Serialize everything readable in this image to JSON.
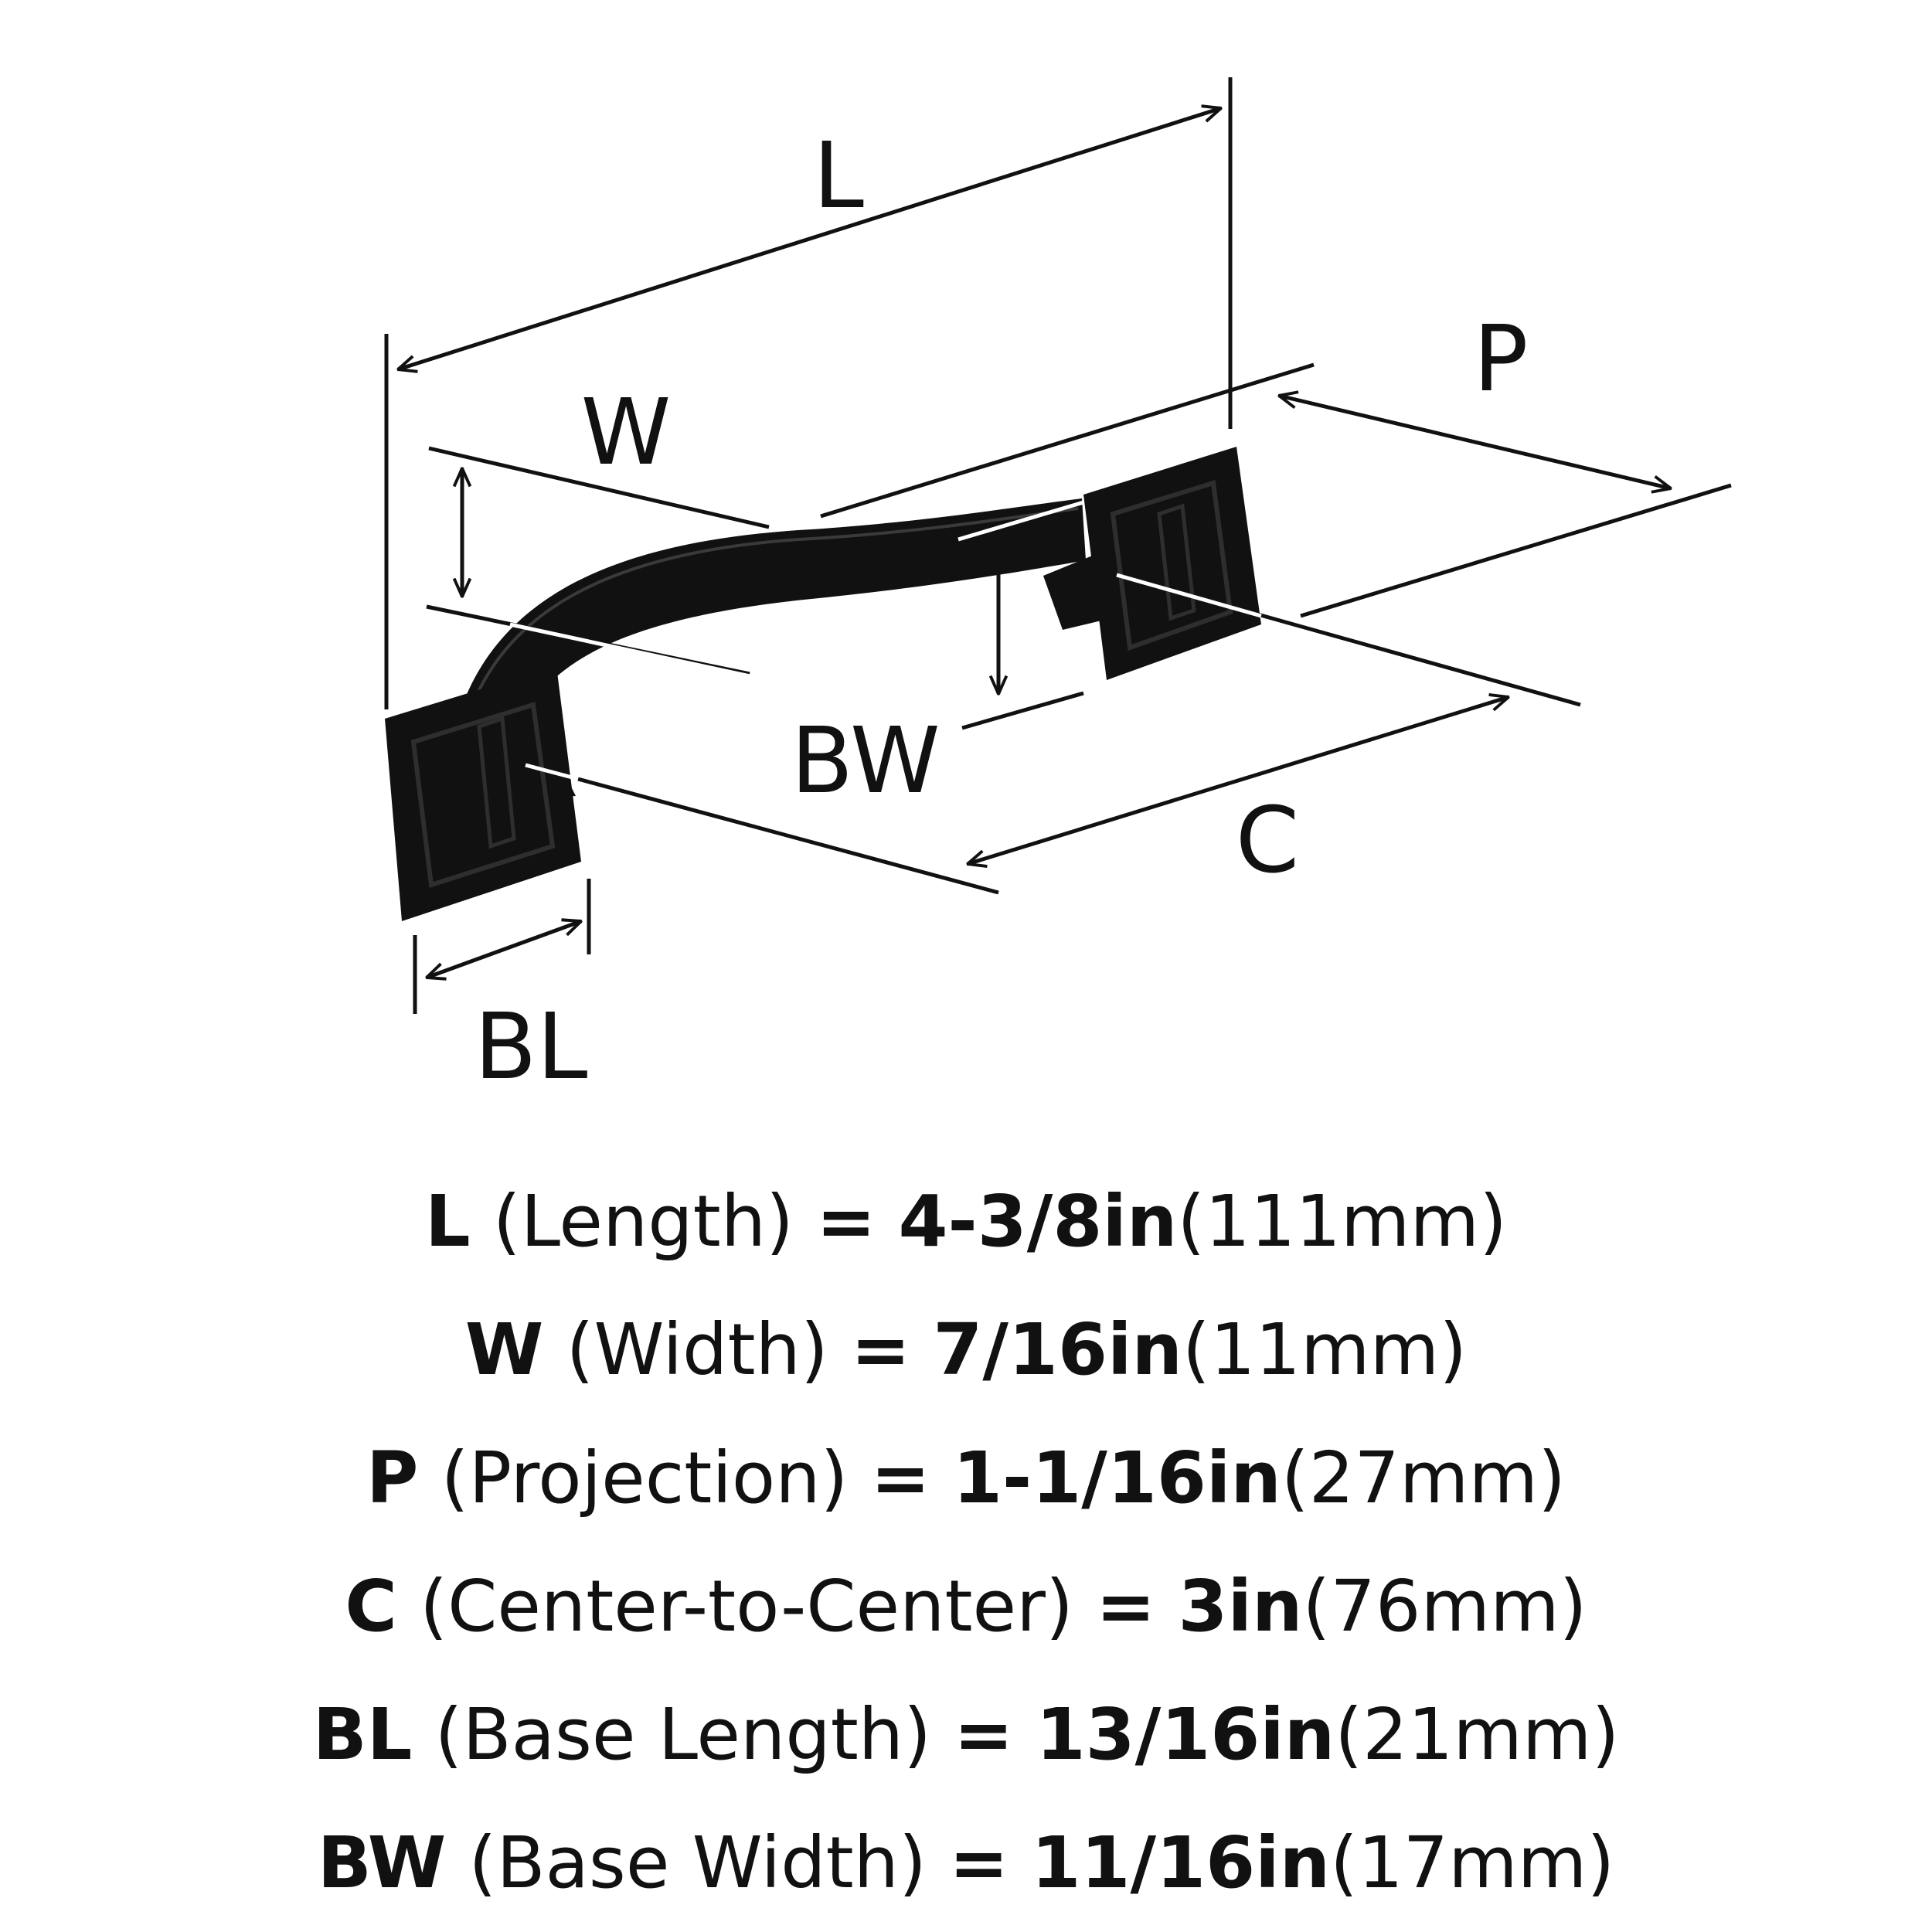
{
  "diagram": {
    "labels": {
      "L": "L",
      "W": "W",
      "P": "P",
      "BW": "BW",
      "C": "C",
      "BL": "BL"
    }
  },
  "specs": [
    {
      "code": "L",
      "name": "(Length)",
      "eq": "=",
      "imperial": "4-3/8in",
      "metric": "(111mm)"
    },
    {
      "code": "W",
      "name": "(Width)",
      "eq": "=",
      "imperial": "7/16in",
      "metric": "(11mm)"
    },
    {
      "code": "P",
      "name": "(Projection)",
      "eq": "=",
      "imperial": "1-1/16in",
      "metric": "(27mm)"
    },
    {
      "code": "C",
      "name": "(Center-to-Center)",
      "eq": "=",
      "imperial": "3in",
      "metric": "(76mm)"
    },
    {
      "code": "BL",
      "name": "(Base Length)",
      "eq": "=",
      "imperial": "13/16in",
      "metric": "(21mm)"
    },
    {
      "code": "BW",
      "name": "(Base Width)",
      "eq": "=",
      "imperial": "11/16in",
      "metric": "(17mm)"
    }
  ],
  "colors": {
    "ink": "#111111",
    "background": "#ffffff"
  }
}
